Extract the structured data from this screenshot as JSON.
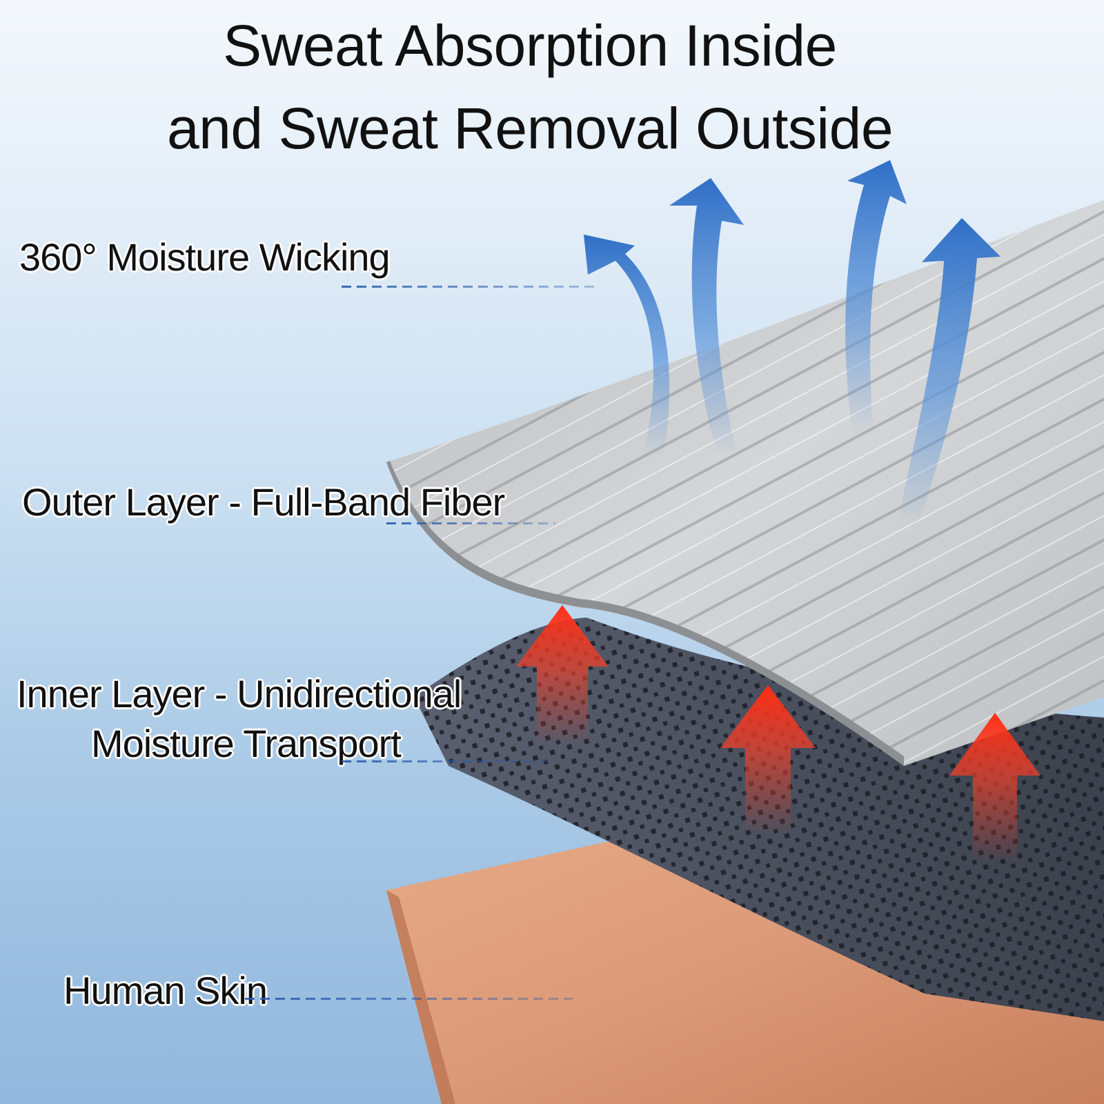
{
  "title": {
    "line1": "Sweat Absorption Inside",
    "line2": "and Sweat Removal Outside"
  },
  "labels": {
    "wicking": "360° Moisture Wicking",
    "outer_layer": "Outer Layer - Full-Band Fiber",
    "inner_layer_line1": "Inner Layer - Unidirectional",
    "inner_layer_line2": "Moisture Transport",
    "skin": "Human Skin"
  },
  "colors": {
    "blue_arrow": "#3f7fd0",
    "red_arrow": "#f0402a",
    "outer_fabric": "#c9ccce",
    "inner_fabric": "#4a5060",
    "skin": "#dc9a78"
  }
}
